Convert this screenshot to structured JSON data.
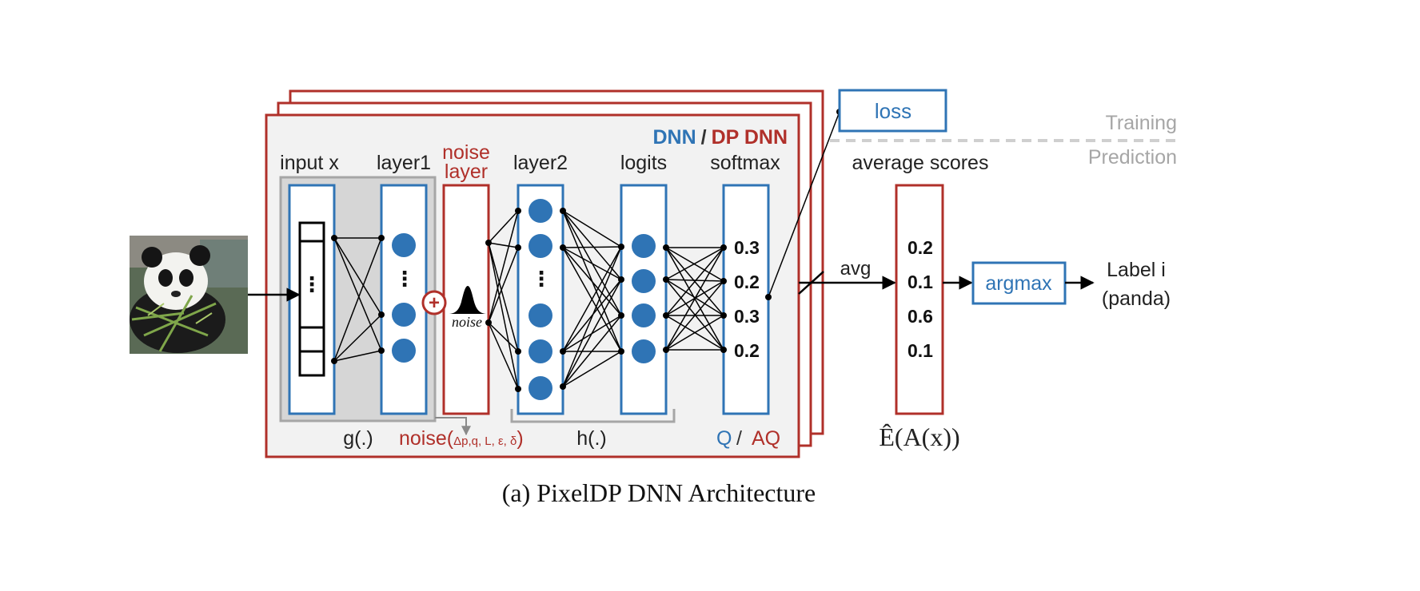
{
  "caption": "(a) PixelDP DNN Architecture",
  "header": {
    "dnn": "DNN",
    "slash": "/",
    "dp_dnn": "DP DNN"
  },
  "layers": {
    "input": "input x",
    "layer1": "layer1",
    "noise_line1": "noise",
    "noise_line2": "layer",
    "layer2": "layer2",
    "logits": "logits",
    "softmax": "softmax"
  },
  "input_vector_dots": "⋮",
  "layer1_dots": "⋮",
  "layer2_dots": "⋮",
  "noise_symbol": "noise",
  "add_symbol": "+",
  "softmax_values": [
    "0.3",
    "0.2",
    "0.3",
    "0.2"
  ],
  "bottom": {
    "g": "g(.)",
    "noise_fn": "noise(",
    "noise_params": "Δp,q, L, ε, δ",
    "noise_close": ")",
    "h": "h(.)",
    "q": "Q",
    "slash": "/",
    "aq": "AQ"
  },
  "loss": "loss",
  "training": "Training",
  "prediction": "Prediction",
  "average_scores": "average scores",
  "avg": "avg",
  "avg_values": [
    "0.2",
    "0.1",
    "0.6",
    "0.1"
  ],
  "expectation": "Ê(A(x))",
  "argmax": "argmax",
  "label_line1": "Label i",
  "label_line2": "(panda)",
  "colors": {
    "blue": "#2f74b5",
    "red": "#b0302a",
    "gray": "#a6a6a6",
    "bg": "#f2f2f2",
    "gray_block": "#d6d6d6"
  }
}
